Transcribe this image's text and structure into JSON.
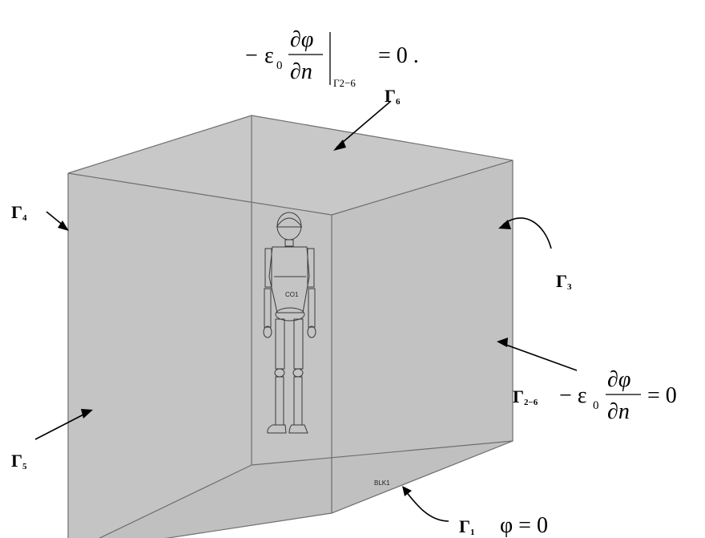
{
  "top_equation": {
    "minus": "−",
    "epsilon": "ε",
    "epsilon_sub": "0",
    "numerator": "∂φ",
    "denominator": "∂n",
    "subscript": "Γ2−6",
    "rhs": "= 0 ."
  },
  "boundary_labels": {
    "gamma6": {
      "symbol": "Γ",
      "sub": "6"
    },
    "gamma4": {
      "symbol": "Γ",
      "sub": "4"
    },
    "gamma3": {
      "symbol": "Γ",
      "sub": "3"
    },
    "gamma26": {
      "symbol": "Γ",
      "sub": "2−6"
    },
    "gamma5": {
      "symbol": "Γ",
      "sub": "5"
    },
    "gamma1": {
      "symbol": "Γ",
      "sub": "1"
    }
  },
  "side_equation": {
    "minus": "− ε",
    "epsilon_sub": "0",
    "numerator": "∂φ",
    "denominator": "∂n",
    "rhs": "= 0"
  },
  "bottom_equation": {
    "text": "φ = 0"
  },
  "model_labels": {
    "body": "CO1",
    "block": "BLK1"
  },
  "colors": {
    "box_face": "#c4c4c4",
    "box_edge": "#6e6e6e",
    "figure_line": "#3a3a3a"
  }
}
